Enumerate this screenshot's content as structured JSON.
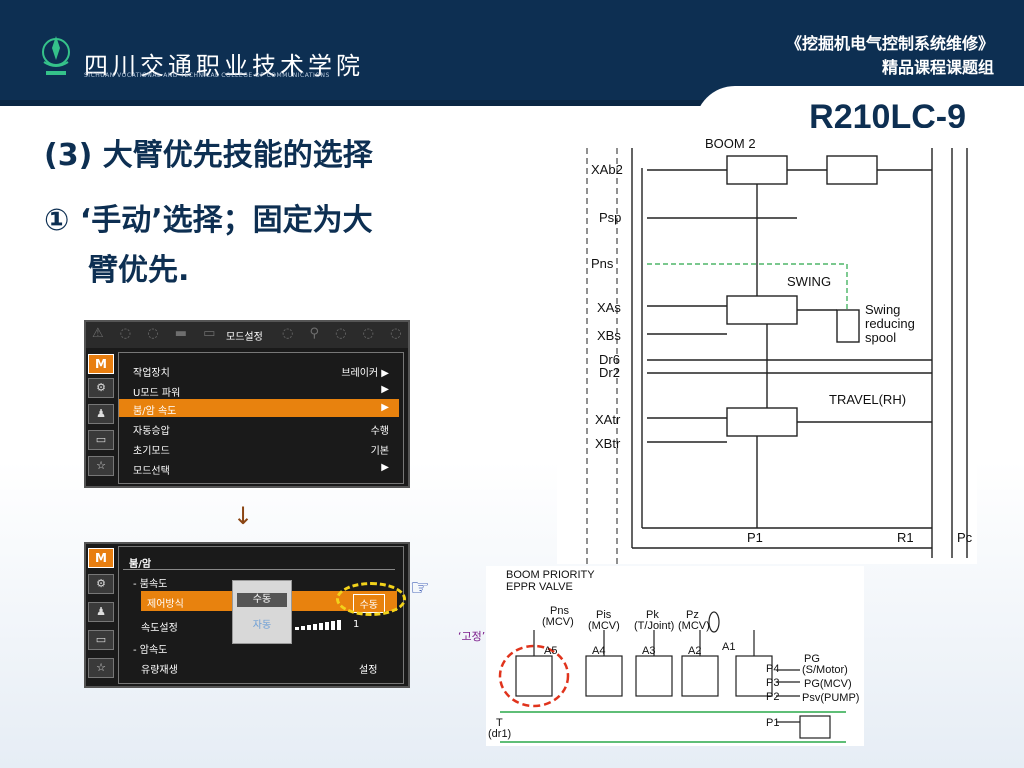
{
  "header": {
    "school_name": "四川交通职业技术学院",
    "school_sub": "SICHUAN VOCATIONAL AND TECHNICAL COLLEGE OF COMMUNICATIONS",
    "course_title": "《挖掘机电气控制系统维修》",
    "course_sub": "精品课程课题组"
  },
  "model": "R210LC-9",
  "content": {
    "heading": "(3) 大臂优先技能的选择",
    "bullet_line1": "① ‘手动’选择；固定为大",
    "bullet_line2": "臂优先."
  },
  "screen1": {
    "title": "모드설정",
    "side_m": "M",
    "rows": [
      {
        "label": "작업장치",
        "value": "브레이커 ▶"
      },
      {
        "label": "U모드 파워",
        "value": "▶"
      },
      {
        "label": "붐/암 속도",
        "value": "▶"
      },
      {
        "label": "자동승압",
        "value": "수행"
      },
      {
        "label": "초기모드",
        "value": "기본"
      },
      {
        "label": "모드선택",
        "value": "▶"
      }
    ]
  },
  "screen2": {
    "side_m": "M",
    "title": "붐/암",
    "boom_speed": "- 붐속도",
    "control_mode": "제어방식",
    "control_value": "수동",
    "speed_setting": "속도설정",
    "speed_value": "1",
    "arm_speed": "- 암속도",
    "flow_regen": "유량재생",
    "flow_value": "설정",
    "popup_option1": "수동",
    "popup_option2": "자동"
  },
  "fixed_label": "‘고정’",
  "diagram1": {
    "labels": {
      "boom2": "BOOM 2",
      "xab2": "XAb2",
      "psp": "Psp",
      "pns": "Pns",
      "swing": "SWING",
      "xas": "XAs",
      "xbs": "XBs",
      "dr6": "Dr6",
      "dr2": "Dr2",
      "swing_spool1": "Swing",
      "swing_spool2": "reducing",
      "swing_spool3": "spool",
      "travel": "TRAVEL(RH)",
      "xatr": "XAtr",
      "xbtr": "XBtr",
      "p1": "P1",
      "r1": "R1",
      "pc": "Pc"
    }
  },
  "diagram2": {
    "labels": {
      "title1": "BOOM PRIORITY",
      "title2": "EPPR VALVE",
      "pns": "Pns",
      "pns_sub": "(MCV)",
      "pis": "Pis",
      "pis_sub": "(MCV)",
      "pk": "Pk",
      "pk_sub": "(T/Joint)",
      "pz": "Pz",
      "pz_sub": "(MCV)",
      "a5": "A5",
      "a4": "A4",
      "a3": "A3",
      "a2": "A2",
      "a1": "A1",
      "pg": "PG",
      "pg_sub": "(S/Motor)",
      "p4": "P4",
      "p3": "P3",
      "pg_mcv": "PG(MCV)",
      "p2": "P2",
      "psv": "Psv(PUMP)",
      "p1": "P1",
      "t": "T",
      "dr1": "(dr1)"
    }
  }
}
